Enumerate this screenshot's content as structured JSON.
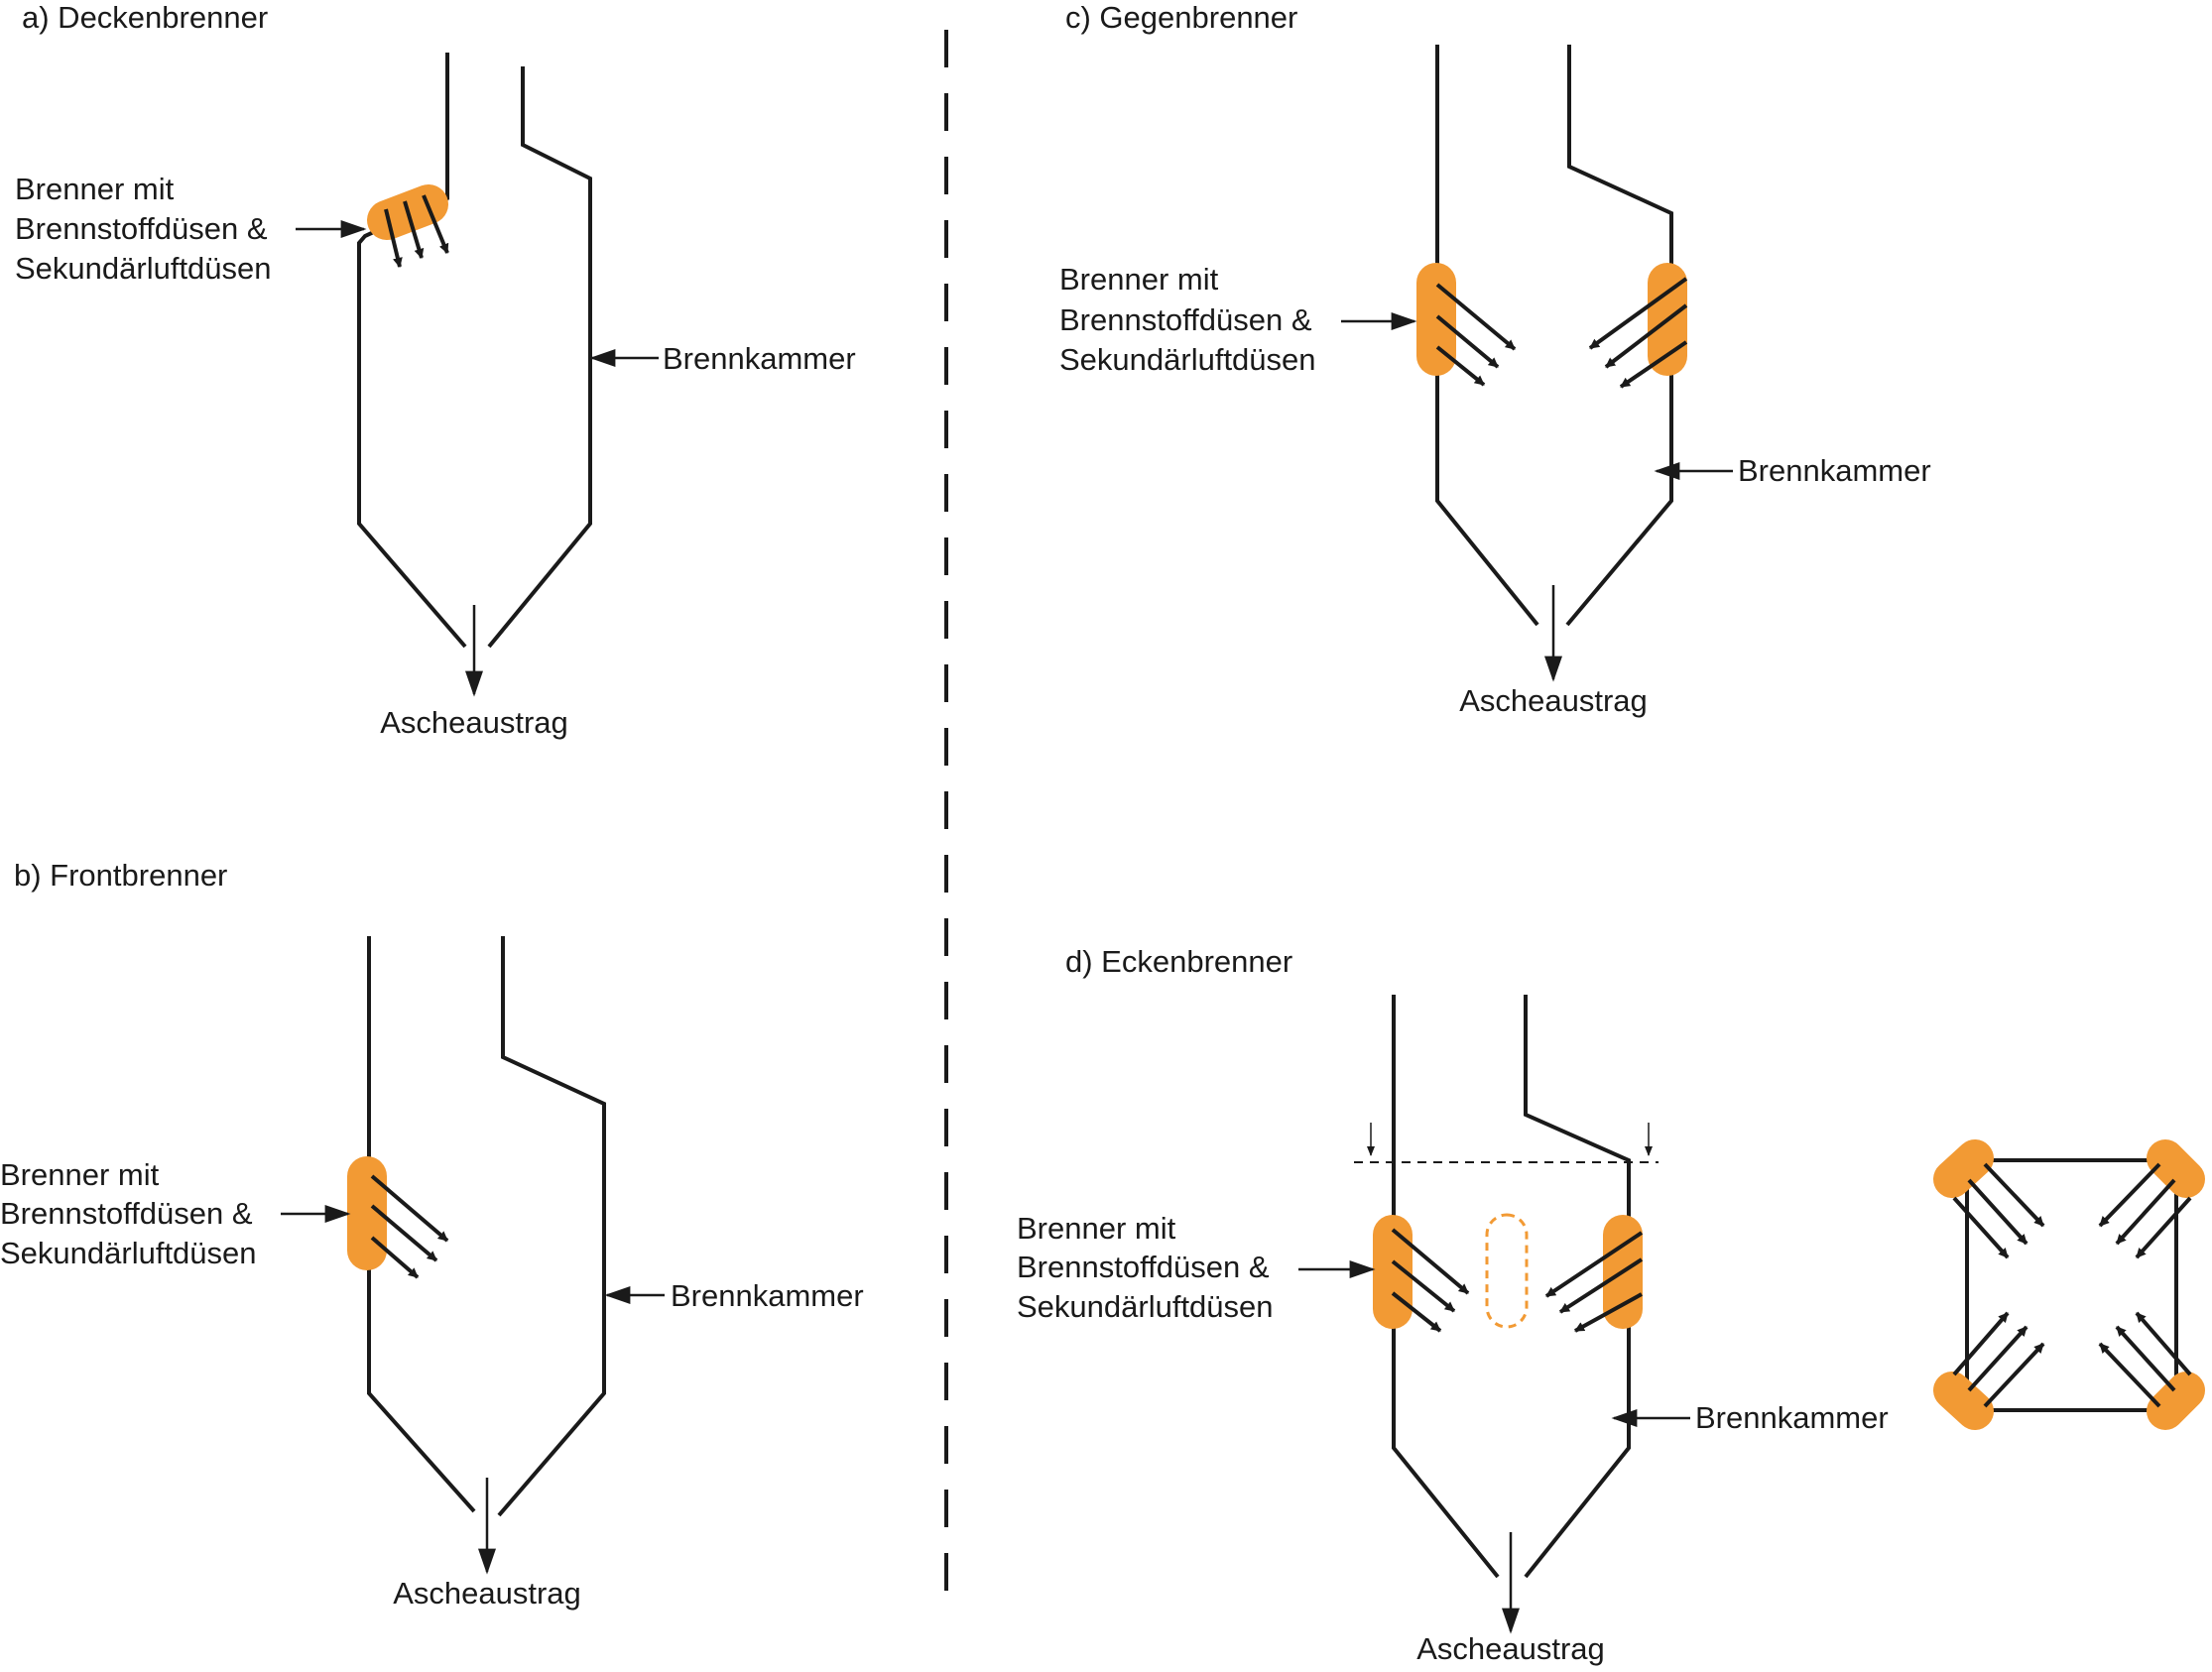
{
  "colors": {
    "burner_fill": "#F29A34",
    "line": "#1a1a1a",
    "background": "#ffffff"
  },
  "panels": {
    "a": {
      "title": "a) Deckenbrenner",
      "burner_label_lines": [
        "Brenner mit",
        "Brennstoffdüsen &",
        "Sekundärluftdüsen"
      ],
      "chamber_label": "Brennkammer",
      "ash_label": "Ascheaustrag"
    },
    "b": {
      "title": "b) Frontbrenner",
      "burner_label_lines": [
        "Brenner mit",
        "Brennstoffdüsen &",
        "Sekundärluftdüsen"
      ],
      "chamber_label": "Brennkammer",
      "ash_label": "Ascheaustrag"
    },
    "c": {
      "title": "c) Gegenbrenner",
      "burner_label_lines": [
        "Brenner mit",
        "Brennstoffdüsen &",
        "Sekundärluftdüsen"
      ],
      "chamber_label": "Brennkammer",
      "ash_label": "Ascheaustrag"
    },
    "d": {
      "title": "d) Eckenbrenner",
      "burner_label_lines": [
        "Brenner mit",
        "Brennstoffdüsen &",
        "Sekundärluftdüsen"
      ],
      "chamber_label": "Brennkammer",
      "ash_label": "Ascheaustrag"
    }
  }
}
